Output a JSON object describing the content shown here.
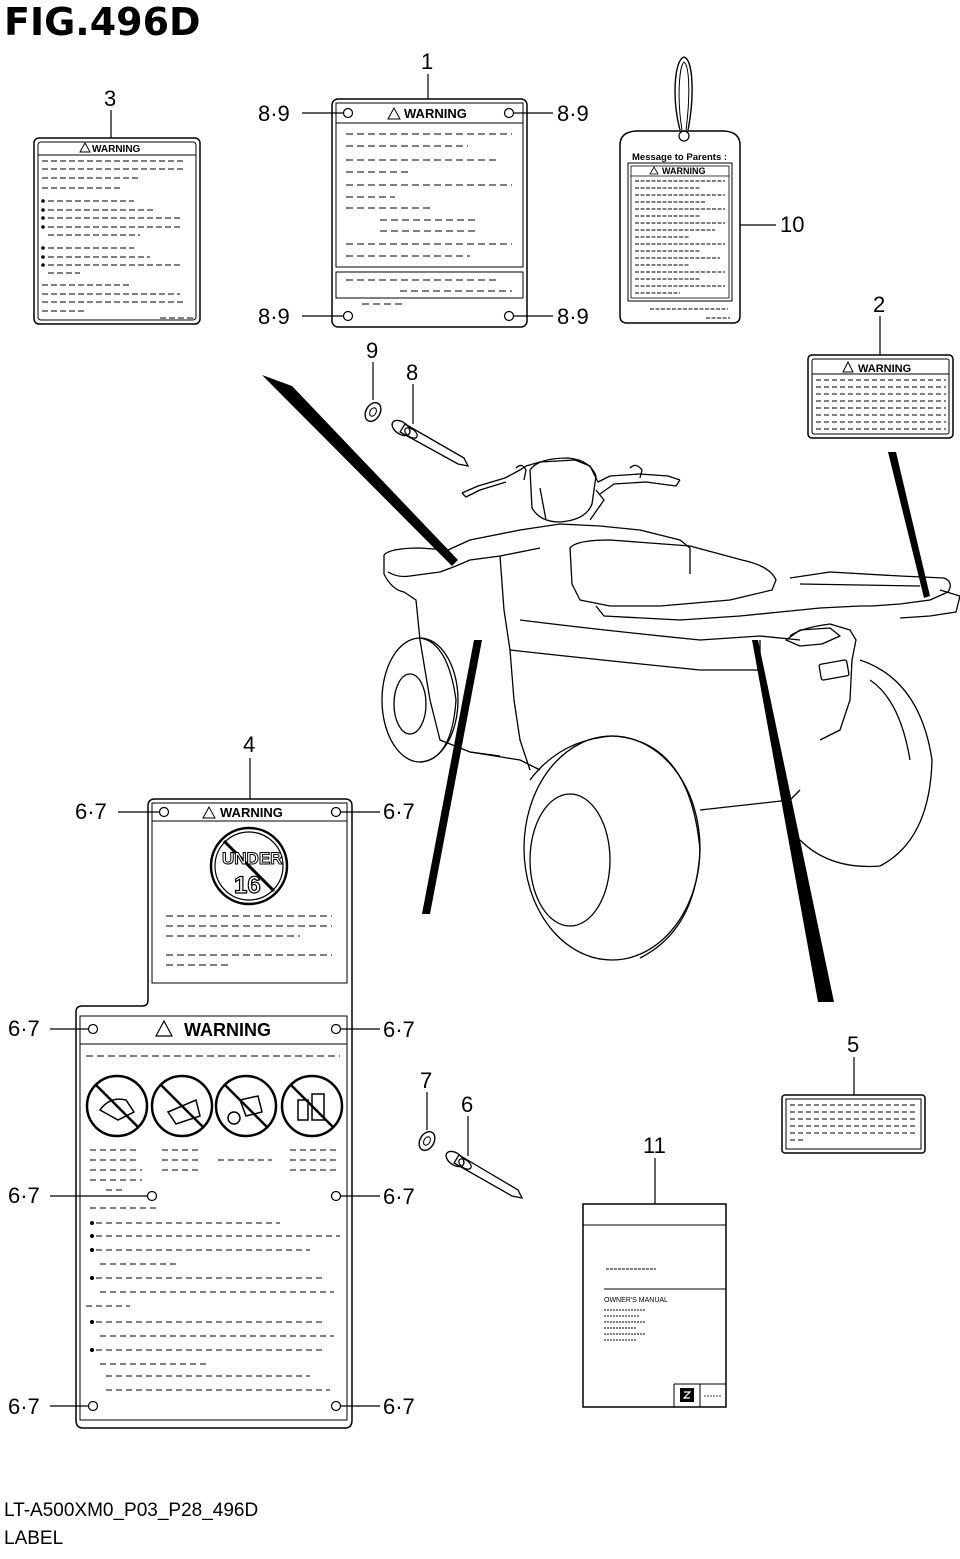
{
  "figure": {
    "title": "FIG.496D",
    "model_code": "LT-A500XM0_P03_P28_496D",
    "section_name": "LABEL"
  },
  "callouts": {
    "c1": "1",
    "c2": "2",
    "c3": "3",
    "c4": "4",
    "c5": "5",
    "c6": "6",
    "c7": "7",
    "c8": "8",
    "c9": "9",
    "c10": "10",
    "c11": "11",
    "pair_89": "8·9",
    "pair_67": "6·7"
  },
  "labels": {
    "warning_text": "WARNING",
    "under_text": "UNDER",
    "age_text": "16",
    "parents_text": "Message to Parents :",
    "manual_text": "OWNER'S MANUAL"
  }
}
